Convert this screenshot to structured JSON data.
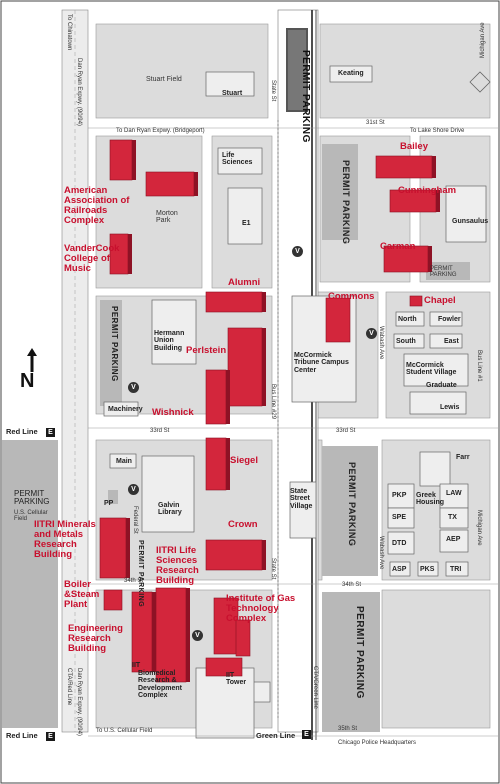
{
  "streets": {
    "michigan": "Michigan Ave",
    "state": "State St",
    "wabash": "Wabash Ave",
    "federal": "Federal St",
    "dan_ryan": "Dan Ryan Expwy. (90/94)",
    "to_chinatown": "To Chinatown",
    "to_dan_ryan": "To Dan Ryan Expwy. (Bridgeport)",
    "to_lake_shore": "To Lake Shore Drive",
    "st_31": "31st St",
    "st_33": "33rd St",
    "st_34a": "34th St",
    "st_34b": "34th St",
    "st_35": "35th St",
    "to_cellular": "To U.S. Cellular Field",
    "cta_red": "CTA/Red Line",
    "cta_green": "CTA/Green Line",
    "bus29": "Bus Line #29",
    "bus1": "Bus Line #1",
    "police": "Chicago Police Headquarters"
  },
  "parking": {
    "top": "PERMIT PARKING",
    "mid_right": "PERMIT PARKING",
    "small_right": "PERMIT PARKING",
    "left": "PERMIT PARKING",
    "west_field": "PERMIT PARKING",
    "west_sub": "U.S. Cellular Field",
    "lower_mid": "PERMIT PARKING",
    "lower_right": "PERMIT PARKING",
    "pp": "PP"
  },
  "buildings": {
    "stuart_field": "Stuart Field",
    "stuart": "Stuart",
    "keating": "Keating",
    "life_sci": "Life Sciences",
    "morton": "Morton Park",
    "e1": "E1",
    "hermann": "Hermann Union Building",
    "mccormick_center": "McCormick Tribune Campus Center",
    "machinery": "Machinery",
    "main": "Main",
    "galvin": "Galvin Library",
    "state_village": "State Street Village",
    "gunsaulus": "Gunsaulus",
    "north": "North",
    "fowler": "Fowler",
    "south": "South",
    "east": "East",
    "msv": "McCormick Student Village",
    "graduate": "Graduate",
    "lewis": "Lewis",
    "farr": "Farr",
    "pkp": "PKP",
    "greek": "Greek Housing",
    "spe": "SPE",
    "law": "LAW",
    "tx": "TX",
    "dtd": "DTD",
    "aep": "AEP",
    "asp": "ASP",
    "pks": "PKS",
    "tri": "TRI",
    "iit": "IIT",
    "iit_tower": "IIT Tower"
  },
  "red_labels": {
    "aar": "American Association of Railroads Complex",
    "vandercook": "VanderCook College of Music",
    "alumni": "Alumni",
    "perlstein": "Perlstein",
    "wishnick": "Wishnick",
    "siegel": "Siegel",
    "crown": "Crown",
    "bailey": "Bailey",
    "cunningham": "Cunningham",
    "carman": "Carman",
    "commons": "Commons",
    "chapel": "Chapel",
    "iitri_minerals": "IITRI Minerals and Metals Research Building",
    "iitri_life": "IITRI Life Sciences Research Building",
    "boiler": "Boiler &Steam Plant",
    "engineering": "Engineering Research Building",
    "igt": "Institute of Gas Technology Complex",
    "ibrd": "Biomedical Research & Development Complex"
  },
  "transit": {
    "red_line_top": "Red Line",
    "red_line_bottom": "Red Line",
    "green_line": "Green Line",
    "e_sign": "E",
    "v_sign": "V"
  },
  "compass": {
    "north": "N"
  },
  "colors": {
    "building_red": "#d3263c",
    "park_gray": "#b8b8b8",
    "block": "#d8d8d8",
    "street": "#ffffff"
  }
}
